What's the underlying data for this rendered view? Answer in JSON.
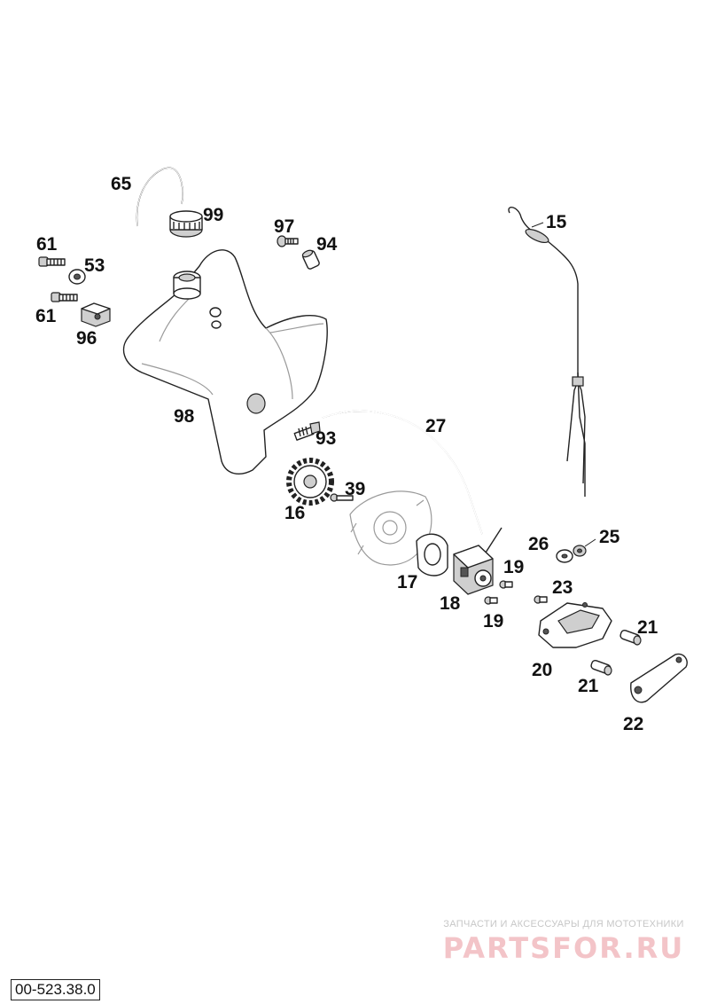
{
  "drawing_number": "00-523.38.0",
  "parts": [
    {
      "id": "p15",
      "label": "15"
    },
    {
      "id": "p16",
      "label": "16"
    },
    {
      "id": "p17",
      "label": "17"
    },
    {
      "id": "p18",
      "label": "18"
    },
    {
      "id": "p19a",
      "label": "19"
    },
    {
      "id": "p19b",
      "label": "19"
    },
    {
      "id": "p20",
      "label": "20"
    },
    {
      "id": "p21a",
      "label": "21"
    },
    {
      "id": "p21b",
      "label": "21"
    },
    {
      "id": "p22",
      "label": "22"
    },
    {
      "id": "p23",
      "label": "23"
    },
    {
      "id": "p25",
      "label": "25"
    },
    {
      "id": "p26",
      "label": "26"
    },
    {
      "id": "p27",
      "label": "27"
    },
    {
      "id": "p39",
      "label": "39"
    },
    {
      "id": "p53",
      "label": "53"
    },
    {
      "id": "p61a",
      "label": "61"
    },
    {
      "id": "p61b",
      "label": "61"
    },
    {
      "id": "p65",
      "label": "65"
    },
    {
      "id": "p93",
      "label": "93"
    },
    {
      "id": "p94",
      "label": "94"
    },
    {
      "id": "p96",
      "label": "96"
    },
    {
      "id": "p97",
      "label": "97"
    },
    {
      "id": "p98",
      "label": "98"
    },
    {
      "id": "p99",
      "label": "99"
    }
  ],
  "watermark": {
    "caption": "ЗАПЧАСТИ И АКСЕССУАРЫ ДЛЯ МОТОТЕХНИКИ",
    "logo": "PARTSFOR.RU"
  }
}
